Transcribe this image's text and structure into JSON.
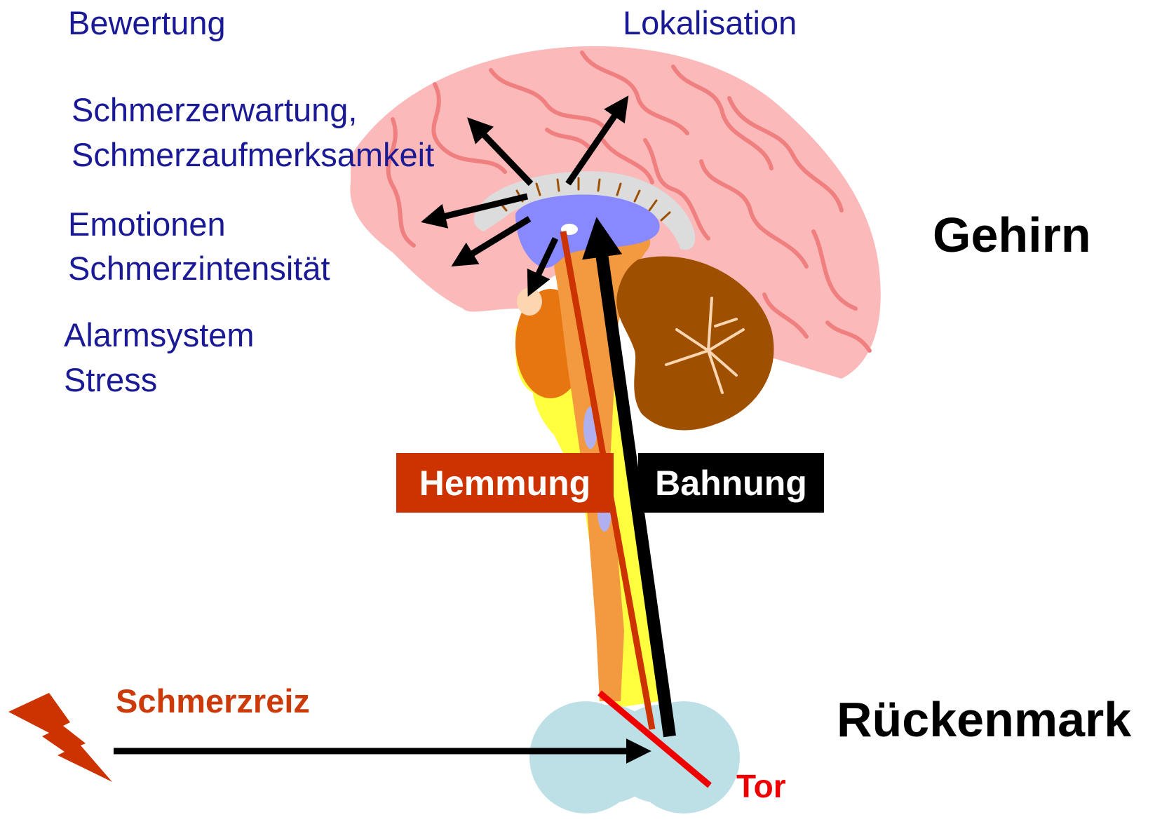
{
  "labels": {
    "bewertung": "Bewertung",
    "lokalisation": "Lokalisation",
    "schmerzerwartung": "Schmerzerwartung,",
    "schmerzaufmerksamkeit": "Schmerzaufmerksamkeit",
    "emotionen": "Emotionen",
    "schmerzintensitaet": "Schmerzintensität",
    "alarmsystem": "Alarmsystem",
    "stress": "Stress",
    "gehirn": "Gehirn",
    "rueckenmark": "Rückenmark",
    "hemmung": "Hemmung",
    "bahnung": "Bahnung",
    "schmerzreiz": "Schmerzreiz",
    "tor": "Tor"
  },
  "colors": {
    "text_blue": "#1a1a96",
    "hemmung": "#cc3300",
    "bahnung": "#000000",
    "brain": "#fbb9b9",
    "brain_folds": "#f08080",
    "cerebellum": "#9e5000",
    "brainstem": "#f39a40",
    "spinal_cord_column": "#ffff40",
    "thalamus": "#8888ff",
    "spinal_section": "#bde0e6",
    "gate": "#ee0000",
    "lightning": "#cc3300"
  },
  "icons": {
    "stimulus": "lightning-bolt-icon"
  }
}
